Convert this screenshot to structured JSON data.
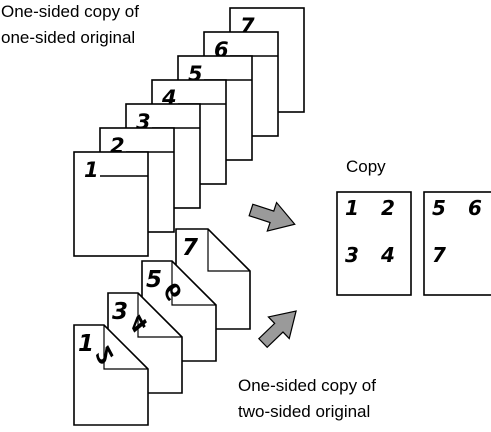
{
  "captions": {
    "top_line1": "One-sided copy of",
    "top_line2": "one-sided original",
    "copy": "Copy",
    "bottom_line1": "One-sided copy of",
    "bottom_line2": "two-sided original"
  },
  "stack_one_sided": {
    "pages": [
      "1",
      "2",
      "3",
      "4",
      "5",
      "6",
      "7"
    ]
  },
  "stack_two_sided": {
    "sheets": [
      {
        "front": "1",
        "back": "2"
      },
      {
        "front": "3",
        "back": "4"
      },
      {
        "front": "5",
        "back": "6"
      },
      {
        "front": "7"
      }
    ]
  },
  "copies": [
    {
      "page_numbers": [
        "1",
        "2",
        "3",
        "4"
      ]
    },
    {
      "page_numbers": [
        "5",
        "6",
        "7"
      ]
    }
  ],
  "colors": {
    "arrow_fill": "#9a9a9a",
    "line": "#000000",
    "paper": "#ffffff"
  }
}
